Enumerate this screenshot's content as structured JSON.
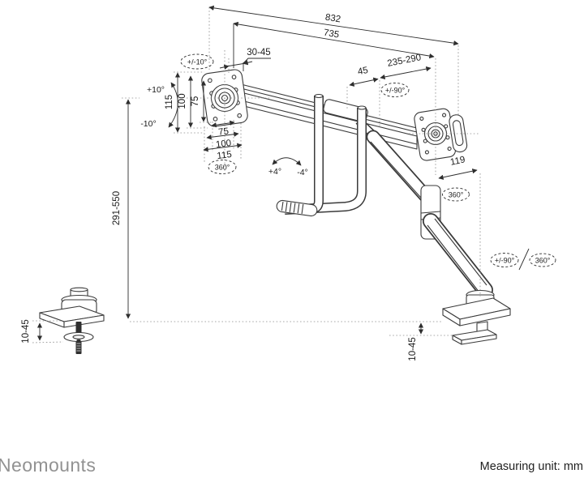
{
  "page": {
    "background": "#ffffff"
  },
  "footer": {
    "brand": "Neomounts",
    "unit_label": "Measuring unit: mm"
  },
  "dims": {
    "top_outer": "832",
    "top_inner": "735",
    "pole_width": "30-45",
    "bracket_offset": "45",
    "extension_range": "235-290",
    "arm_link": "119",
    "height_range": "291-550",
    "left_clamp_range": "10-45",
    "right_clamp_range": "10-45",
    "vesa_vertical": [
      "115",
      "100",
      "75"
    ],
    "vesa_horizontal": [
      "75",
      "100",
      "115"
    ]
  },
  "rotations": {
    "tilt_range": "+/-10°",
    "tilt_up": "+10°",
    "tilt_down": "-10°",
    "left_plate_swivel": "360°",
    "level_up": "+4°",
    "level_down": "-4°",
    "right_plate_pivot": "+/-90°",
    "right_joint_rotation": "360°",
    "arm_base_pivot": "+/-90°",
    "arm_base_rotation": "360°"
  },
  "colors": {
    "line": "#3a3a3a",
    "dimension": "#2e2e2e",
    "dotted": "#8f8f8f",
    "text": "#1c1c1c",
    "brand": "#929292"
  }
}
